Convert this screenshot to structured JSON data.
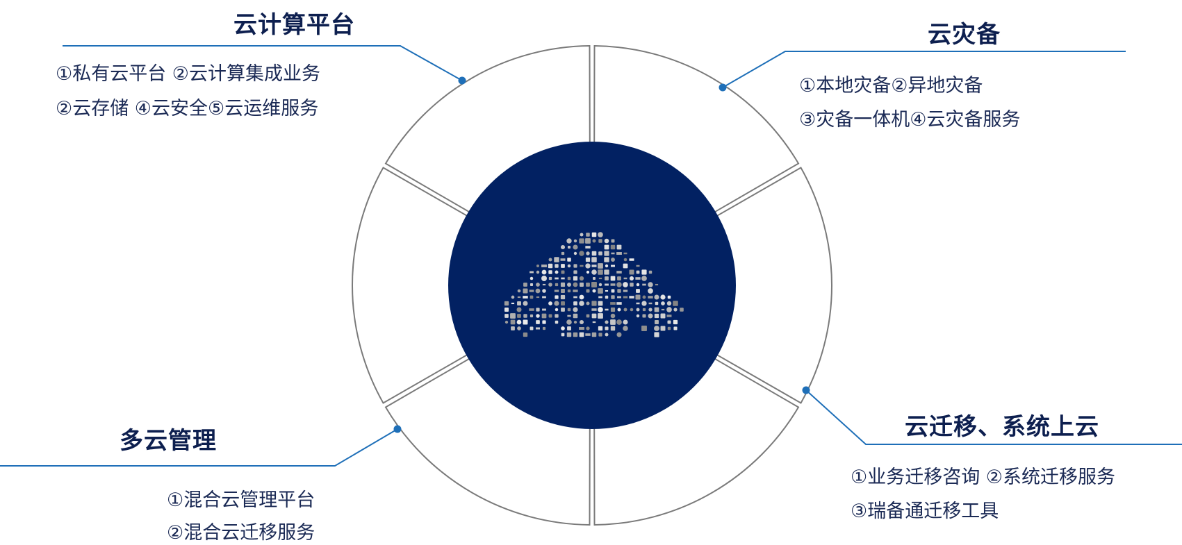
{
  "colors": {
    "navy": "#022162",
    "ring_stroke": "#7a7a7a",
    "leader_line": "#1e6fb8",
    "title_text": "#0d1f4f",
    "item_text": "#1b2a55",
    "cloud_glyphs": "#9a9a9a"
  },
  "center": {
    "icon": "cloud-of-app-icons"
  },
  "sections": {
    "top_left": {
      "title": "云计算平台",
      "line1": "①私有云平台 ②云计算集成业务",
      "line2": "②云存储 ④云安全⑤云运维服务"
    },
    "top_right": {
      "title": "云灾备",
      "line1": "①本地灾备②异地灾备",
      "line2": "③灾备一体机④云灾备服务"
    },
    "bottom_left": {
      "title": "多云管理",
      "line1": "①混合云管理平台",
      "line2": "②混合云迁移服务"
    },
    "bottom_right": {
      "title": "云迁移、系统上云",
      "line1": "①业务迁移咨询 ②系统迁移服务",
      "line2": "③瑞备通迁移工具"
    }
  }
}
